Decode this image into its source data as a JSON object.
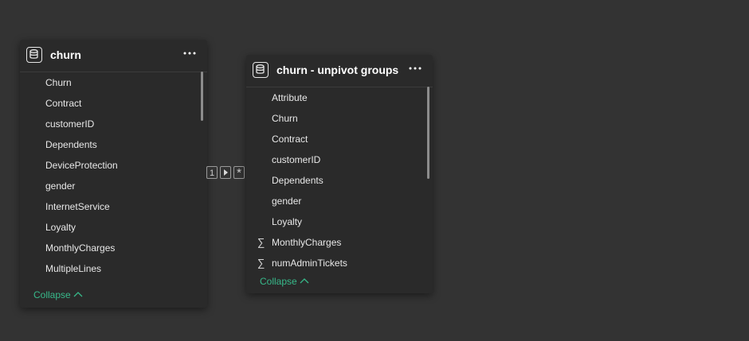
{
  "tables": [
    {
      "title": "churn",
      "fields": [
        {
          "label": "Churn",
          "aggregate": false
        },
        {
          "label": "Contract",
          "aggregate": false
        },
        {
          "label": "customerID",
          "aggregate": false
        },
        {
          "label": "Dependents",
          "aggregate": false
        },
        {
          "label": "DeviceProtection",
          "aggregate": false
        },
        {
          "label": "gender",
          "aggregate": false
        },
        {
          "label": "InternetService",
          "aggregate": false
        },
        {
          "label": "Loyalty",
          "aggregate": false
        },
        {
          "label": "MonthlyCharges",
          "aggregate": false
        },
        {
          "label": "MultipleLines",
          "aggregate": false
        }
      ],
      "collapse_label": "Collapse"
    },
    {
      "title": "churn - unpivot groups",
      "fields": [
        {
          "label": "Attribute",
          "aggregate": false
        },
        {
          "label": "Churn",
          "aggregate": false
        },
        {
          "label": "Contract",
          "aggregate": false
        },
        {
          "label": "customerID",
          "aggregate": false
        },
        {
          "label": "Dependents",
          "aggregate": false
        },
        {
          "label": "gender",
          "aggregate": false
        },
        {
          "label": "Loyalty",
          "aggregate": false
        },
        {
          "label": "MonthlyCharges",
          "aggregate": true
        },
        {
          "label": "numAdminTickets",
          "aggregate": true
        }
      ],
      "collapse_label": "Collapse"
    }
  ],
  "relationship": {
    "from_cardinality": "1",
    "to_cardinality": "*",
    "direction": "single"
  },
  "icons": {
    "table": "table-icon",
    "more": "more-options-icon",
    "aggregate": "sigma-icon",
    "collapse": "chevron-up-icon",
    "filter_direction": "arrow-right-icon"
  },
  "colors": {
    "canvas": "#333333",
    "card": "#2a2a2a",
    "accent": "#37b98a",
    "text": "#e8e8e8"
  }
}
